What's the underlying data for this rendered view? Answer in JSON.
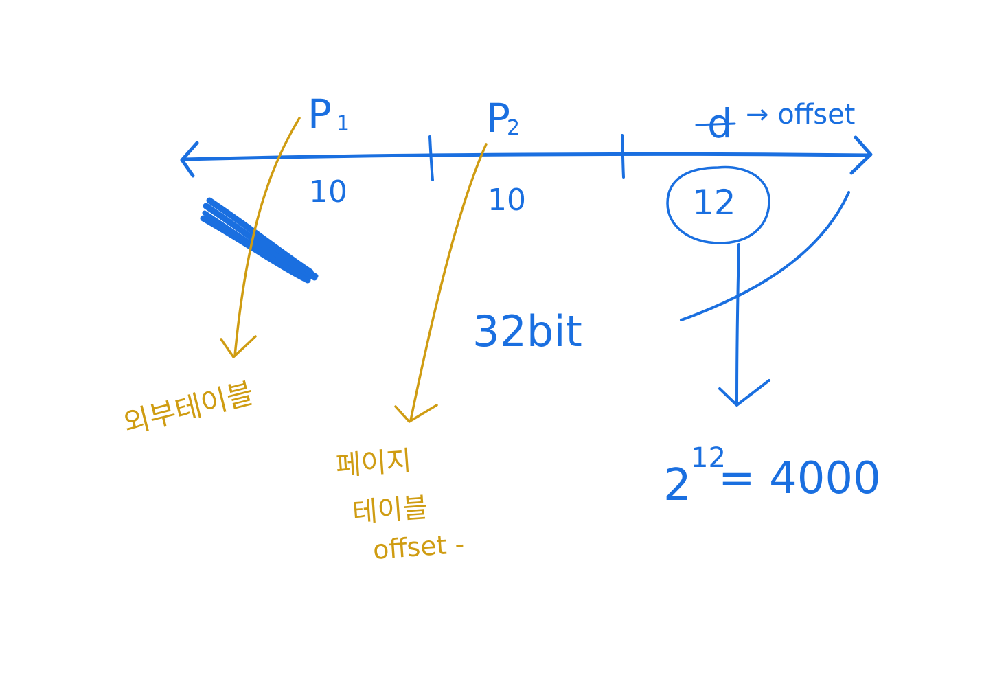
{
  "colors": {
    "blue_ink": "#1a6fe0",
    "gold_ink": "#cf9c12",
    "background": "#ffffff"
  },
  "address_fields": {
    "p1": {
      "label_main": "P",
      "label_sub": "1",
      "bits": "10"
    },
    "p2": {
      "label_main": "P",
      "label_sub": "2",
      "bits": "10"
    },
    "d": {
      "label": "d",
      "note": "→ offset",
      "bits": "12"
    }
  },
  "total_width": "32bit",
  "offset_formula": {
    "base": "2",
    "exponent": "12",
    "result": "= 4000"
  },
  "annotations": {
    "outer_table": "외부테이블",
    "page_table_line1": "페이지",
    "page_table_line2": "테이블",
    "page_table_line3": "offset -"
  }
}
